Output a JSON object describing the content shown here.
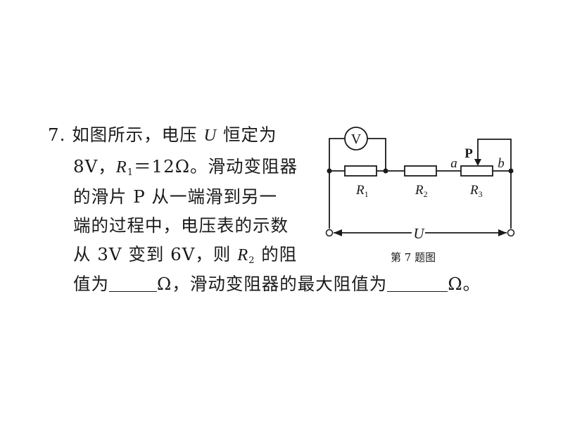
{
  "problem": {
    "number": "7.",
    "line1": "如图所示，电压",
    "line1_var": "U",
    "line1_end": "恒定为",
    "line2_a": "8V，",
    "line2_var": "R",
    "line2_sub": "1",
    "line2_b": "＝12Ω。滑动变阻器",
    "line3": "的滑片 P 从一端滑到另一",
    "line4": "端的过程中，电压表的示数",
    "line5_a": "从 3V 变到 6V，则",
    "line5_var": "R",
    "line5_sub": "2",
    "line5_b": "的阻",
    "line6_a": "值为",
    "line6_b": "Ω，滑动变阻器的最大阻值为",
    "line6_c": "Ω。"
  },
  "circuit": {
    "voltmeter_symbol": "V",
    "slider_label": "P",
    "terminal_a": "a",
    "terminal_b": "b",
    "r1": {
      "letter": "R",
      "sub": "1"
    },
    "r2": {
      "letter": "R",
      "sub": "2"
    },
    "r3": {
      "letter": "R",
      "sub": "3"
    },
    "voltage_label": "U",
    "caption": "第 7 题图"
  }
}
